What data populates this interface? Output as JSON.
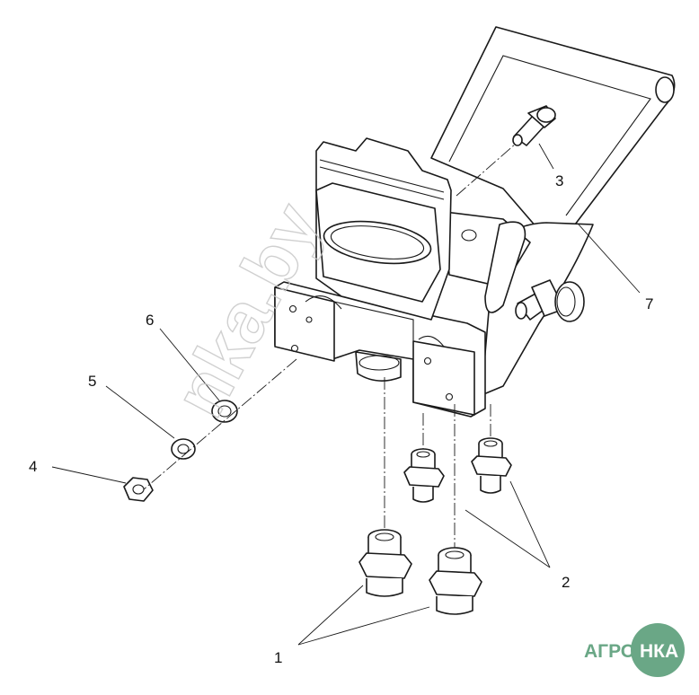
{
  "diagram": {
    "callouts": [
      {
        "id": "c1",
        "label": "1"
      },
      {
        "id": "c2",
        "label": "2"
      },
      {
        "id": "c3",
        "label": "3"
      },
      {
        "id": "c4",
        "label": "4"
      },
      {
        "id": "c5",
        "label": "5"
      },
      {
        "id": "c6",
        "label": "6"
      },
      {
        "id": "c7",
        "label": "7"
      }
    ]
  },
  "watermark": {
    "text": "nka.by"
  },
  "logo": {
    "left": "АГРО",
    "right": "НКА",
    "circle_color": "#6aa786",
    "text_color": "#ffffff",
    "left_color": "#6aa786"
  },
  "colors": {
    "line": "#1a1a1a",
    "paper": "#ffffff",
    "watermark": "#c8c8c8"
  }
}
